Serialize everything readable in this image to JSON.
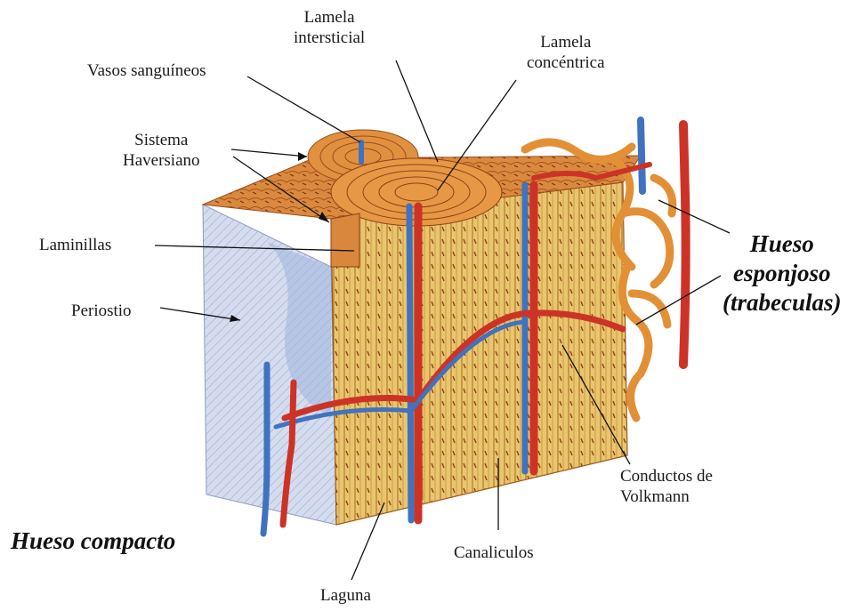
{
  "labels": {
    "lamela_intersticial": [
      "Lamela",
      "intersticial"
    ],
    "lamela_concentrica": [
      "Lamela",
      "concéntrica"
    ],
    "vasos_sanguineos": "Vasos sanguíneos",
    "sistema_haversiano": [
      "Sistema",
      "Haversiano"
    ],
    "laminillas": "Laminillas",
    "periostio": "Periostio",
    "hueso_esponjoso": [
      "Hueso",
      "esponjoso",
      "(trabeculas)"
    ],
    "conductos_volkmann": [
      "Conductos de",
      "Volkmann"
    ],
    "canaliculos": "Canaliculos",
    "laguna": "Laguna",
    "hueso_compacto": "Hueso compacto"
  },
  "colors": {
    "bone_face": "#e7c46a",
    "bone_top": "#d88a3c",
    "lamella_stroke": "#9a4e1c",
    "artery": "#cc3326",
    "vein": "#3f73bf",
    "periosteum": "#c9d3e8",
    "trabecula": "#e59a3a",
    "leader_line": "#111111"
  }
}
